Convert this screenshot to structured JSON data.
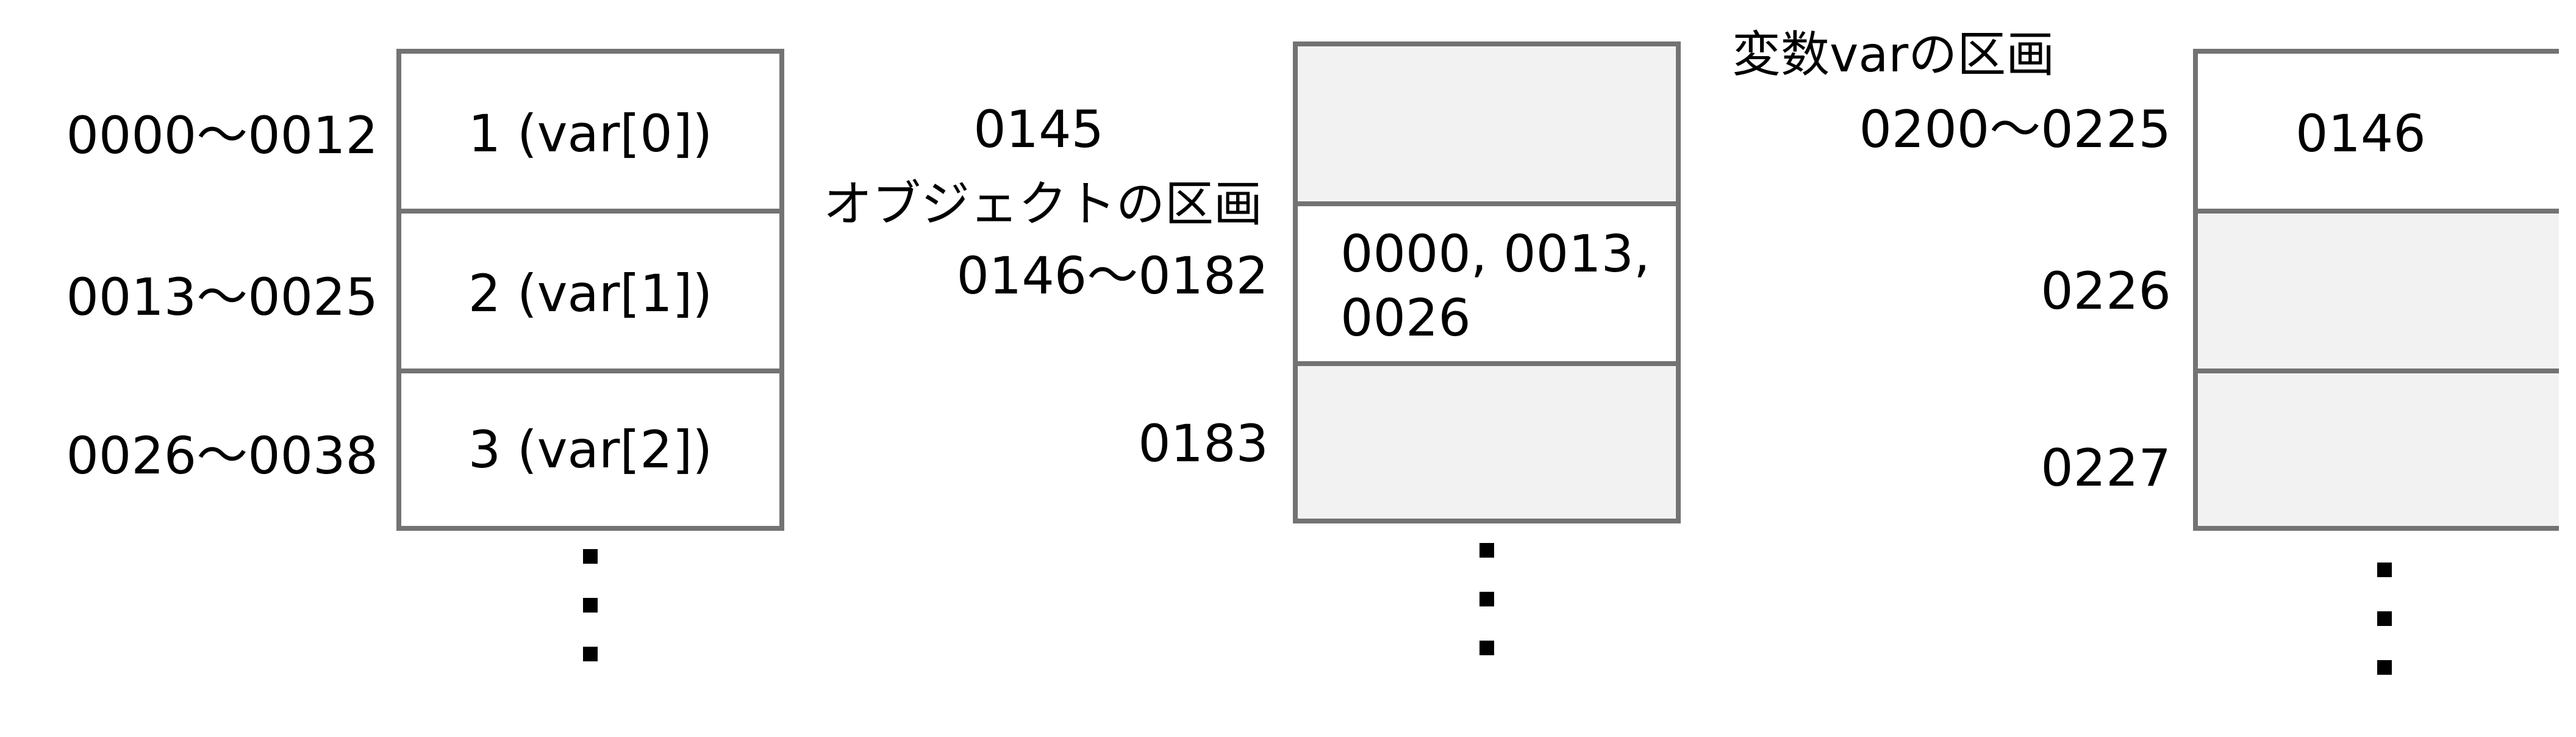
{
  "object_block": {
    "rows": [
      {
        "address": "0000〜0012",
        "content": "1 (var[0])"
      },
      {
        "address": "0013〜0025",
        "content": "2 (var[1])"
      },
      {
        "address": "0026〜0038",
        "content": "3 (var[2])"
      }
    ],
    "ellipsis": "⋮"
  },
  "reference_block": {
    "region_label": "オブジェクトの区画",
    "rows": [
      {
        "address": "0145",
        "content": ""
      },
      {
        "address": "0146〜0182",
        "content_line1": "0000, 0013,",
        "content_line2": "0026"
      },
      {
        "address": "0183",
        "content": ""
      }
    ],
    "ellipsis": "⋮"
  },
  "variable_block": {
    "region_label": "変数varの区画",
    "rows": [
      {
        "address": "0200〜0225",
        "content": "0146"
      },
      {
        "address": "0226",
        "content": ""
      },
      {
        "address": "0227",
        "content": ""
      }
    ],
    "ellipsis": "⋮"
  }
}
